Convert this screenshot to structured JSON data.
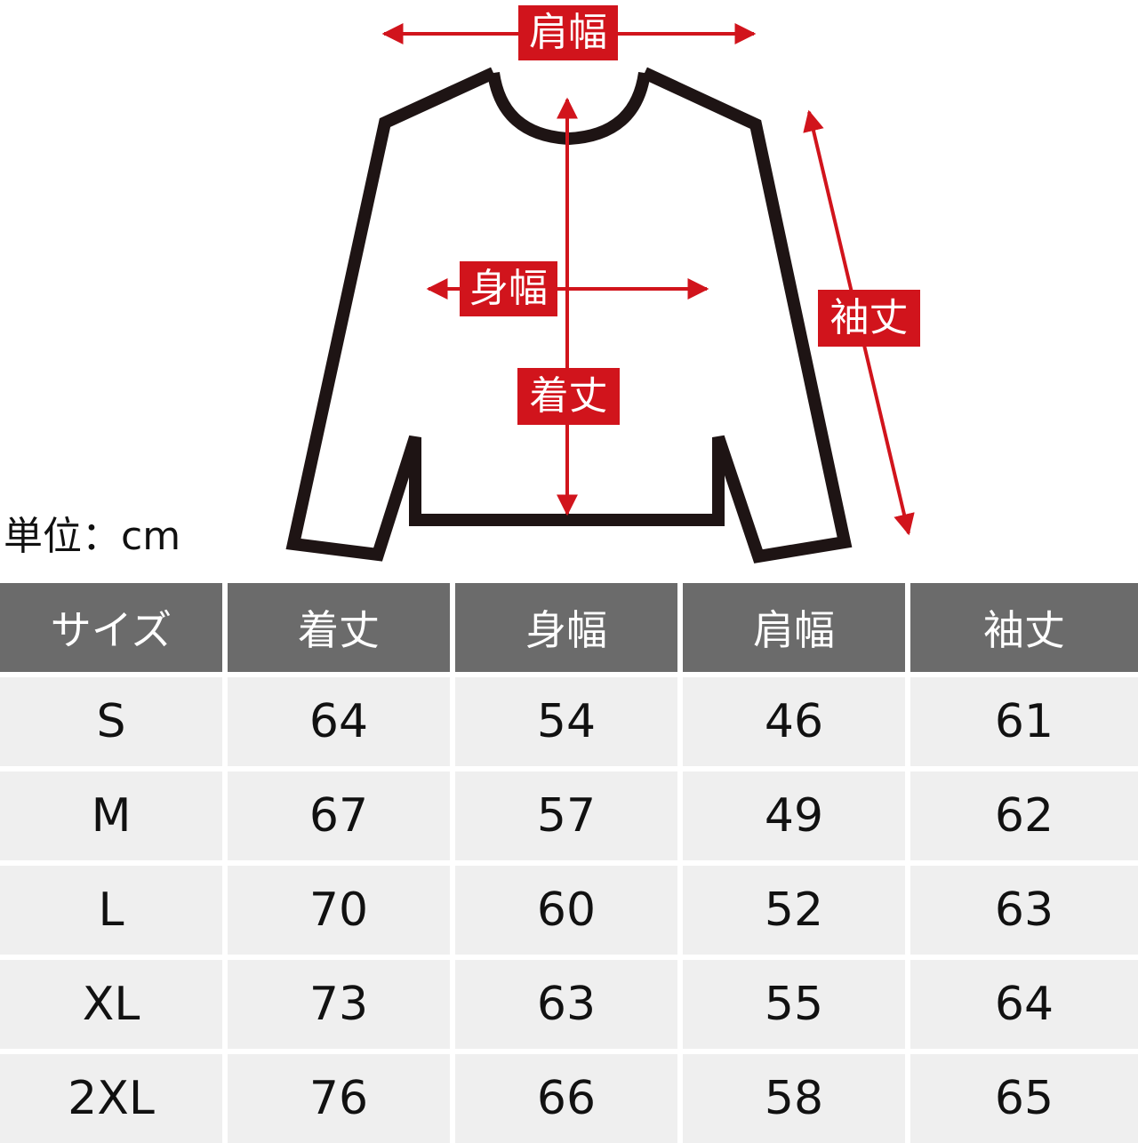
{
  "diagram": {
    "labels": {
      "shoulder_width": "肩幅",
      "body_width": "身幅",
      "body_length": "着丈",
      "sleeve_length": "袖丈"
    },
    "garment_color": "#1e1414",
    "accent_color": "#d1141c"
  },
  "unit_label": "単位：cm",
  "table": {
    "headers": [
      "サイズ",
      "着丈",
      "身幅",
      "肩幅",
      "袖丈"
    ],
    "rows": [
      {
        "size": "S",
        "length": "64",
        "body_width": "54",
        "shoulder": "46",
        "sleeve": "61"
      },
      {
        "size": "M",
        "length": "67",
        "body_width": "57",
        "shoulder": "49",
        "sleeve": "62"
      },
      {
        "size": "L",
        "length": "70",
        "body_width": "60",
        "shoulder": "52",
        "sleeve": "63"
      },
      {
        "size": "XL",
        "length": "73",
        "body_width": "63",
        "shoulder": "55",
        "sleeve": "64"
      },
      {
        "size": "2XL",
        "length": "76",
        "body_width": "66",
        "shoulder": "58",
        "sleeve": "65"
      }
    ],
    "header_bg": "#6b6b6b",
    "cell_bg": "#efefef"
  }
}
